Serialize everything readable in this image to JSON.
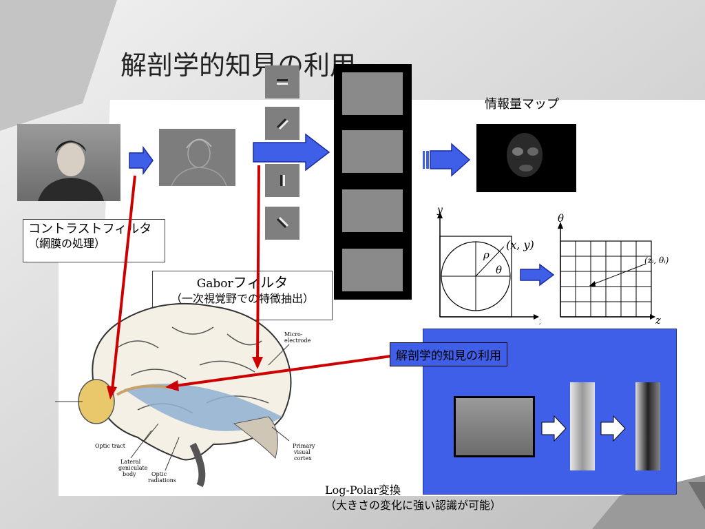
{
  "slide": {
    "title": "解剖学的知見の利用",
    "contrast_filter": {
      "line1": "コントラストフィルタ",
      "line2": "（網膜の処理）"
    },
    "gabor_filter": {
      "prefix": "Gabor",
      "suffix": "フィルタ",
      "line2": "（一次視覚野での特徴抽出）"
    },
    "info_map_label": "情報量マップ",
    "anatomy_label": "解剖学的知見の利用",
    "log_polar": {
      "line1": "Log-Polar変換",
      "line2": "（大きさの変化に強い認識が可能）"
    },
    "brain_labels": {
      "micro_electrode": [
        "Micro-",
        "electrode"
      ],
      "optic_tract": "Optic tract",
      "lateral_geniculate": [
        "Lateral",
        "geniculate",
        "body"
      ],
      "optic_radiations": [
        "Optic",
        "radiations"
      ],
      "primary_visual": [
        "Primary",
        "visual",
        "cortex"
      ]
    },
    "polar_diagram": {
      "y": "y",
      "x": "x",
      "point": "(x, y)",
      "rho": "ρ",
      "theta": "θ"
    },
    "grid_diagram": {
      "theta": "θ",
      "z": "z",
      "point": "(zᵢ, θᵢ)"
    }
  },
  "colors": {
    "accent_blue": "#3f5fe8",
    "arrow_red": "#cc0000",
    "background_gray": "#d8d8d8"
  }
}
